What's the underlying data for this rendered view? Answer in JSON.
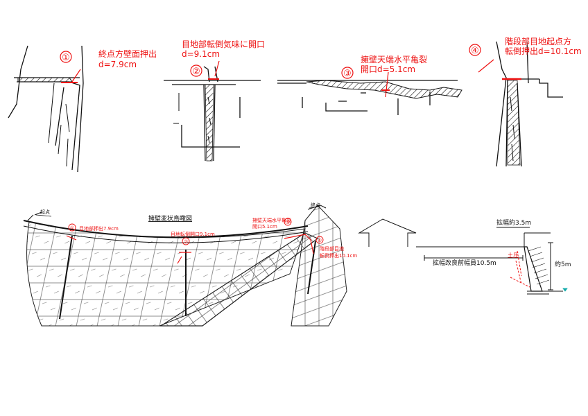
{
  "colors": {
    "annotation": "#ee1111",
    "line": "#111111",
    "background": "#ffffff"
  },
  "details": [
    {
      "marker": "①",
      "line1": "終点方壁面押出",
      "line2": "d=7.9cm"
    },
    {
      "marker": "②",
      "line1": "目地部転倒気味に開口",
      "line2": "d=9.1cm"
    },
    {
      "marker": "③",
      "line1": "擁壁天端水平亀裂",
      "line2": "開口d=5.1cm"
    },
    {
      "marker": "④",
      "line1": "階段部目地起点方",
      "line2": "転倒押出d=10.1cm"
    }
  ],
  "overview": {
    "title": "擁壁変状鳥瞰図",
    "start_label": "起点",
    "end_label": "終点",
    "labels": [
      {
        "marker": "①",
        "text": "目地部押出7.9cm"
      },
      {
        "marker": "②",
        "text": "目地転倒開口9.1cm"
      },
      {
        "marker": "③",
        "text": "擁壁天端水平亀裂",
        "text2": "開口5.1cm"
      },
      {
        "marker": "④",
        "text": "階段部目地",
        "text2": "転倒押出10.1cm"
      }
    ]
  },
  "section": {
    "widen_label": "拡幅約3.5m",
    "width_label": "拡幅改良前幅員10.5m",
    "height_label": "約5m",
    "earth_pressure_label": "土圧"
  }
}
